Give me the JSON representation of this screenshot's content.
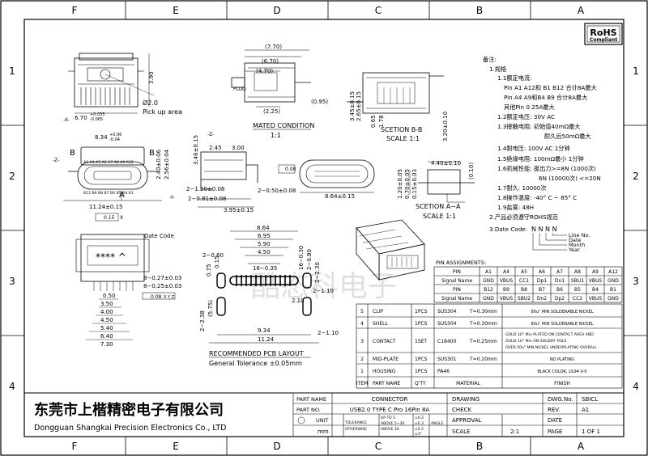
{
  "frame": {
    "cols_top": [
      "F",
      "E",
      "D",
      "C",
      "B",
      "A"
    ],
    "cols_bottom": [
      "F",
      "E",
      "D",
      "C",
      "B",
      "A"
    ],
    "rows_left": [
      "1",
      "2",
      "3",
      "4"
    ],
    "rows_right": [
      "1",
      "2",
      "3",
      "4"
    ]
  },
  "rohs": {
    "line1": "RoHS",
    "line2": "Compliant"
  },
  "top_view": {
    "dim_a": "6.70",
    "tol_a_hi": "+0.035",
    "tol_a_lo": "-0.065",
    "dim_h": "3.90",
    "pickup_dia": "Ø2.0",
    "pickup_text": "Pick up area",
    "datum_x": "-X-"
  },
  "mated": {
    "d1": "(7.70)",
    "d2": "(6.70)",
    "d3": "(4.70)",
    "d4": "(2.25)",
    "d5": "(0.95)",
    "plug": "PLUG",
    "title": "MATED  CONDITION",
    "scale": "1:1"
  },
  "section_bb": {
    "title": "SCETION B-B",
    "scale": "SCALE 1:1",
    "d1": "3.45±0.15",
    "d2": "2.65±0.15",
    "d3": "0.65",
    "d4": "1.78",
    "d5": "3.20±0.10"
  },
  "front": {
    "d_w": "8.34",
    "tol_hi": "+0.06",
    "tol_lo": "-0.04",
    "h1": "2.40±0.06",
    "h2": "2.56±0.04",
    "datum_z": "-Z-",
    "datum_y": "-Y-",
    "b_left": "B",
    "b_right": "B",
    "a_mark": "A",
    "pins_top": "A1 A4 A5 A6 A7 A8 A9 A12",
    "pins_bot": "B12 B9 B8 B7 B6 B5 B4 B1",
    "w_total": "11.24±0.15",
    "tol_box": "0.15",
    "tol_ref": "X"
  },
  "side": {
    "h": "3.46±0.15",
    "d1": "2.45",
    "d2": "3.00",
    "d3": "2−1.20±0.08",
    "d4": "2−0.81±0.08",
    "d5": "3.95±0.15",
    "d6": "2−0.50±0.08",
    "d7": "8.64±0.15",
    "datum_z": "-Z-",
    "tol": "0.08"
  },
  "section_aa": {
    "title": "SCETION A−A",
    "scale": "SCALE 1:1",
    "d1": "4.40±0.10",
    "d2": "1.20±0.05",
    "d3": "0.70±0.05",
    "d4": "0.15±0.03",
    "d5": "(0.10)"
  },
  "bottom_view": {
    "date_code": "Date Code",
    "marks": "**** ^",
    "d1": "8−0.27±0.03",
    "d2": "8−0.25±0.03",
    "tol1": "0.08",
    "tol_ref": "X Y Z",
    "dims": [
      "3.50",
      "4.00",
      "4.50",
      "5.40",
      "6.40",
      "7.30"
    ],
    "d_050": "0.50"
  },
  "pcb": {
    "d1": "8.64",
    "d2": "6.95",
    "d3": "5.90",
    "d4": "4.50",
    "d5": "16−0.35",
    "d6": "16−0.30",
    "d7": "2−0.60",
    "d8": "2−0.80",
    "d9": "2−1.10",
    "d10": "2−2.30",
    "d11": "2−1.10",
    "d12": "2−2.38",
    "d13": "(5.75)",
    "d14": "0.75",
    "d15": "0.15",
    "d16": "9.34",
    "d17": "11.24",
    "d18": "2.10",
    "title": "RECOMMENDED PCB LAYOUT",
    "tol": "General Tolerance ±0.05mm"
  },
  "notes": {
    "header": "备注:",
    "lines": [
      "1.规格",
      "1.1额定电流:",
      "Pin A1 A12和 B1 B12 合计8A最大",
      "Pin A4 A9和B4 B9 合计8A最大",
      "其他Pin 0.25A最大",
      "1.2额定电压: 30V AC",
      "1.3接触电阻: 初始值40mΩ最大",
      "耐久后50mΩ最大",
      "1.4耐电压: 100V AC 1分钟",
      "1.5绝缘电阻: 100mΩ最小 1分钟",
      "1.6机械性能: 拔出力>=8N (1000次)",
      "6N (10000次) <=20N",
      "1.7耐久: 10000次",
      "1.8操作温度: -40° C ~ 85° C",
      "1.9盐雾: 48H",
      "2.产品必须遵守ROHS规范",
      "3.Date Code:"
    ],
    "date_code_letters": "N N N N",
    "date_labels": [
      "Line No.",
      "Date",
      "Month",
      "Year"
    ]
  },
  "pin_assign": {
    "title": "PIN ASSIGNMENTS:",
    "rows": [
      [
        "PIN",
        "A1",
        "A4",
        "A5",
        "A6",
        "A7",
        "A8",
        "A9",
        "A12"
      ],
      [
        "Signal Name",
        "GND",
        "VBUS",
        "CC1",
        "Dp1",
        "Dn1",
        "SBU1",
        "VBUS",
        "GND"
      ],
      [
        "PIN",
        "B12",
        "B9",
        "B8",
        "B7",
        "B6",
        "B5",
        "B4",
        "B1"
      ],
      [
        "Signal Name",
        "GND",
        "VBUS",
        "SBU2",
        "Dn2",
        "Dp2",
        "CC2",
        "VBUS",
        "GND"
      ]
    ]
  },
  "bom": {
    "rows": [
      [
        "5",
        "CLIP",
        "1PCS",
        "SUS304",
        "T=0.30mm",
        "80u\" MIN SOLDERABLE NICKEL"
      ],
      [
        "4",
        "SHELL",
        "1PCS",
        "SUS304",
        "T=0.30mm",
        "80u\" MIN SOLDERABLE NICKEL"
      ],
      [
        "3",
        "CONTACT",
        "1SET",
        "C18400",
        "T=0.25mm",
        "GOLD 3U\" Min PLATED ON CONTACT AREA AND | GOLD 1U\" Min ON SOLDER TAILS | OVER 50u\" MIN NICKEL UNDERPLATING OVERALL"
      ],
      [
        "2",
        "MID-PLATE",
        "1PCS",
        "SUS301",
        "T=0.20mm",
        "NO PLATING"
      ],
      [
        "1",
        "HOUSING",
        "1PCS",
        "PA46",
        "",
        "BLACK COLOR, UL94 V-0"
      ]
    ],
    "header": [
      "ITEM",
      "PART NAME",
      "Q'TY",
      "MATERIAL",
      "FINISH"
    ]
  },
  "title_block": {
    "company_cn": "东莞市上楷精密电子有限公司",
    "company_en": "Dongguan Shangkai Precision Electronics Co., LTD",
    "part_name_label": "PART NAME",
    "part_name": "CONNECTOR",
    "part_no_label": "PART NO.",
    "part_no": "USB2.0 TYPE C Pro 16Pin 8A",
    "unit_label": "UNIT",
    "unit": "mm",
    "tol_label1": "TOLERANCE",
    "tol_label2": "OTHERWISE",
    "tol_rows": [
      [
        "UP TO 5",
        "±0.2"
      ],
      [
        "ABOVE 5~30",
        "±0.3"
      ],
      [
        "ABOVE 30",
        "±0.5"
      ],
      [
        "ANGLE",
        "±3°"
      ]
    ],
    "drawing": "DRAWING",
    "check": "CHECK",
    "approval": "APPROVAL",
    "scale_label": "SCALE",
    "scale": "2:1",
    "dwg_no_label": "DWG.No.",
    "dwg_no": "SBICL",
    "rev_label": "REV.",
    "rev": "A1",
    "date_label": "DATE",
    "page_label": "PAGE",
    "page": "1 OF 1"
  },
  "watermark": "酷态科电子"
}
